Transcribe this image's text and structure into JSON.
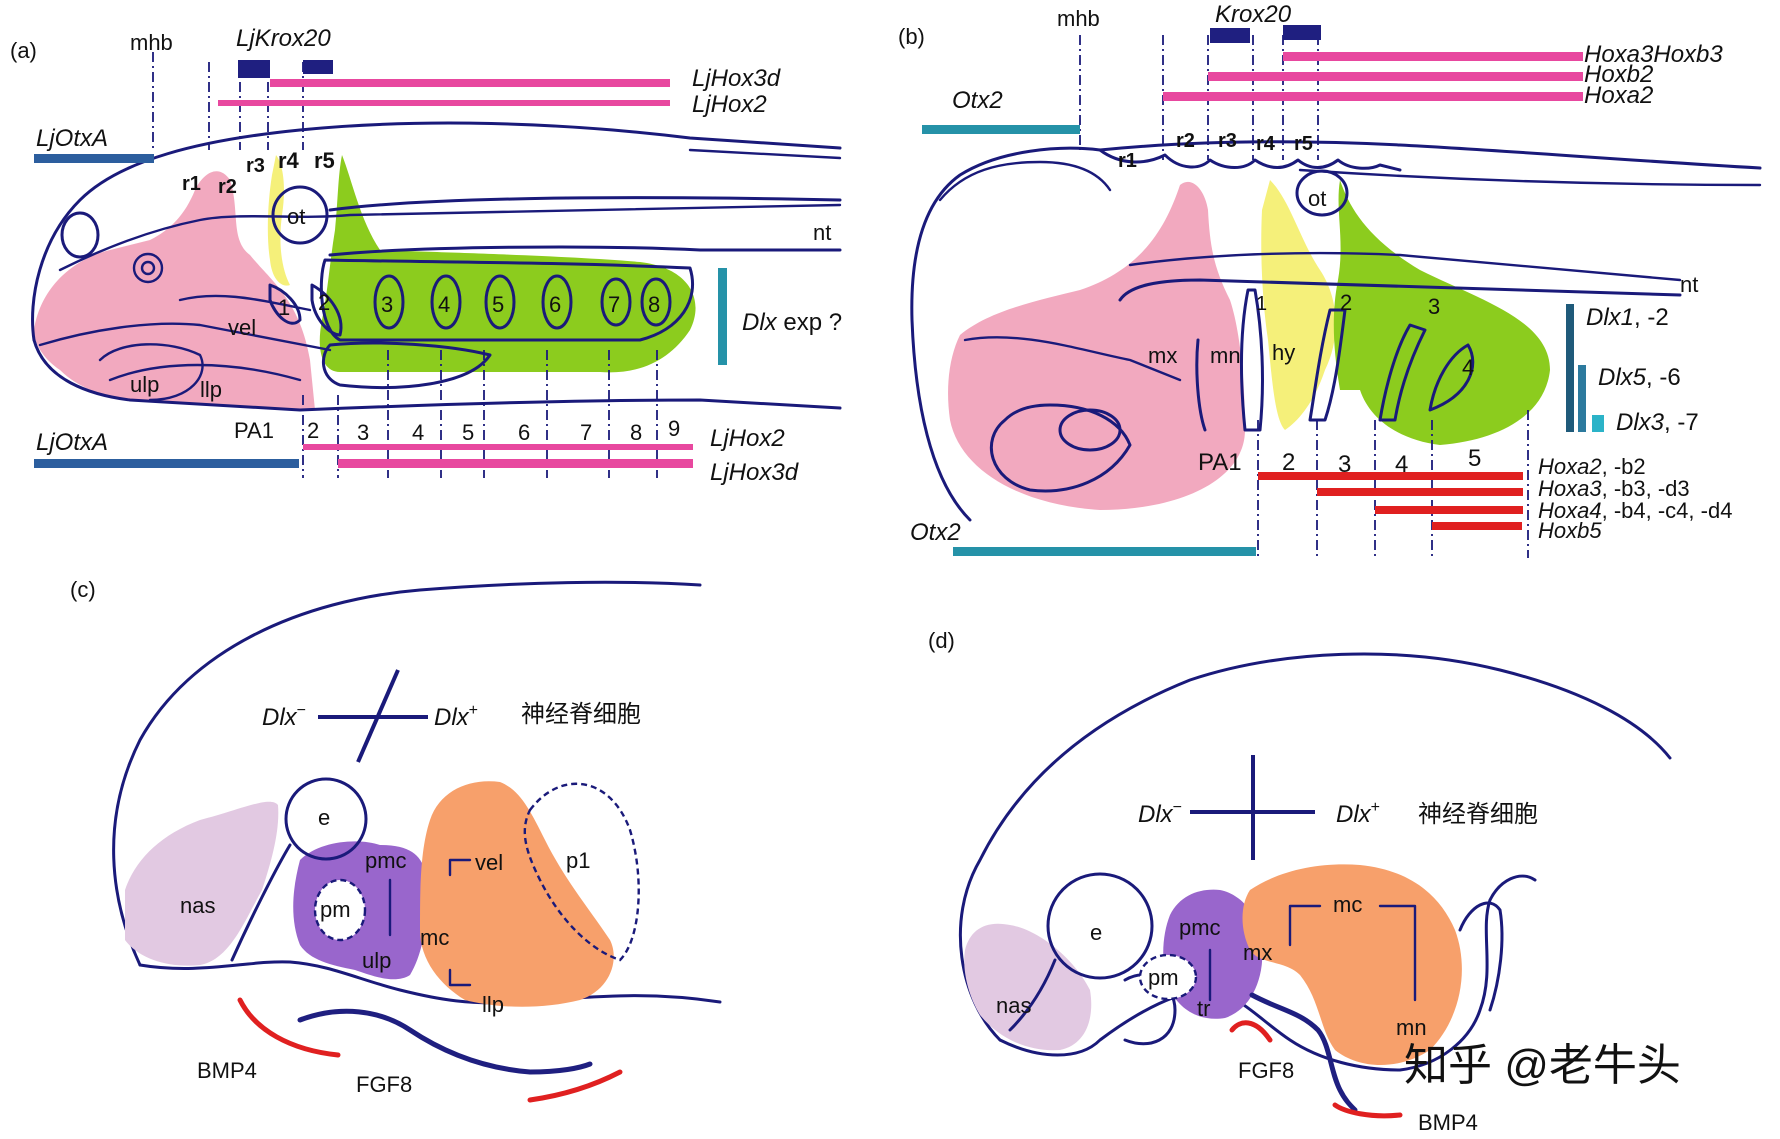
{
  "colors": {
    "outline": "#1a1a7a",
    "pink_tissue": "#f2a9bf",
    "yellow_tissue": "#f5f07a",
    "green_tissue": "#8ccc1e",
    "orange_tissue": "#f7a06b",
    "purple_tissue": "#9966cc",
    "lavender_tissue": "#e2c9e2",
    "hox_magenta": "#e8489f",
    "krox_navy": "#1f1f80",
    "otx_blue": "#2c5e9e",
    "otx_teal": "#2592a8",
    "hox_red": "#e02020",
    "bmp_red": "#e02020",
    "fgf_navy": "#1f1f80"
  },
  "panel_a": {
    "label": "(a)",
    "mhb": "mhb",
    "krox": "LjKrox20",
    "hox3d_top": "LjHox3d",
    "hox2_top": "LjHox2",
    "otx_top": "LjOtxA",
    "otx_bottom": "LjOtxA",
    "hox2_bottom": "LjHox2",
    "hox3d_bottom": "LjHox3d",
    "rhombomeres": [
      "r1",
      "r2",
      "r3",
      "r4",
      "r5"
    ],
    "ot": "ot",
    "nt": "nt",
    "pouches": [
      "1",
      "2",
      "3",
      "4",
      "5",
      "6",
      "7",
      "8"
    ],
    "arches": [
      "PA1",
      "2",
      "3",
      "4",
      "5",
      "6",
      "7",
      "8",
      "9"
    ],
    "vel": "vel",
    "ulp": "ulp",
    "llp": "llp",
    "dlx_exp_italic": "Dlx",
    "dlx_exp_rest": " exp ?"
  },
  "panel_b": {
    "label": "(b)",
    "mhb": "mhb",
    "krox": "Krox20",
    "hox_top": [
      "Hoxa3Hoxb3",
      "Hoxb2",
      "Hoxa2"
    ],
    "otx_top": "Otx2",
    "otx_bottom": "Otx2",
    "rhombomeres": [
      "r1",
      "r2",
      "r3",
      "r4",
      "r5"
    ],
    "ot": "ot",
    "nt": "nt",
    "pouches": [
      "1",
      "2",
      "3",
      "4"
    ],
    "arches": [
      "PA1",
      "2",
      "3",
      "4",
      "5"
    ],
    "mx": "mx",
    "mn": "mn",
    "hy": "hy",
    "dlx": [
      {
        "gene": "Dlx1",
        "rest": ",  -2"
      },
      {
        "gene": "Dlx5",
        "rest": ",  -6"
      },
      {
        "gene": "Dlx3",
        "rest": ",  -7"
      }
    ],
    "hox_bottom": [
      {
        "gene": "Hoxa2",
        "rest": ", -b2"
      },
      {
        "gene": "Hoxa3",
        "rest": ", -b3, -d3"
      },
      {
        "gene": "Hoxa4",
        "rest": ", -b4, -c4, -d4"
      },
      {
        "gene": "Hoxb5",
        "rest": ""
      }
    ]
  },
  "panel_c": {
    "label": "(c)",
    "dlx_minus": "Dlx",
    "minus": "−",
    "dlx_plus": "Dlx",
    "plus": "+",
    "crest": "神经脊细胞",
    "e": "e",
    "pmc": "pmc",
    "vel": "vel",
    "p1": "p1",
    "nas": "nas",
    "pm": "pm",
    "mc": "mc",
    "ulp": "ulp",
    "llp": "llp",
    "bmp4": "BMP4",
    "fgf8": "FGF8"
  },
  "panel_d": {
    "label": "(d)",
    "dlx_minus": "Dlx",
    "minus": "−",
    "dlx_plus": "Dlx",
    "plus": "+",
    "crest": "神经脊细胞",
    "e": "e",
    "pmc": "pmc",
    "mc": "mc",
    "mx": "mx",
    "nas": "nas",
    "pm": "pm",
    "tr": "tr",
    "mn": "mn",
    "fgf8": "FGF8",
    "bmp4": "BMP4"
  },
  "watermark": "知乎 @老牛头"
}
